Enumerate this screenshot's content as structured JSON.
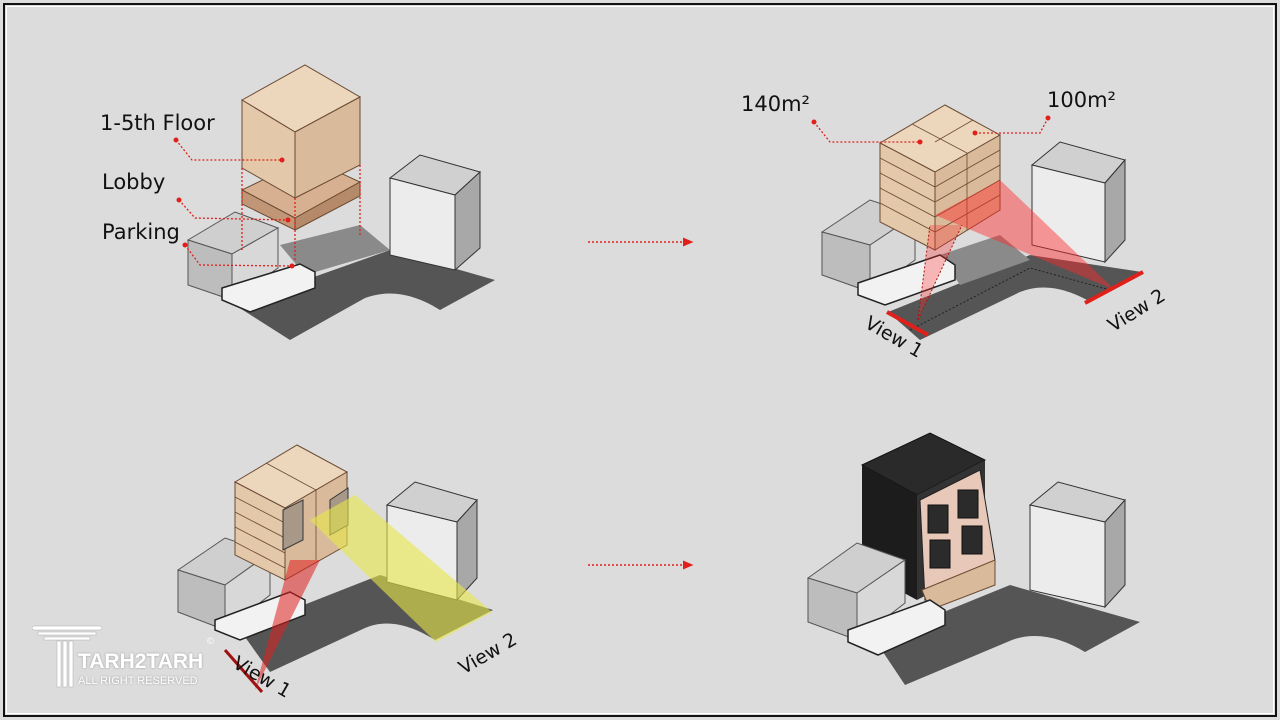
{
  "diagram1": {
    "labels": [
      "1-5th Floor",
      "Lobby",
      "Parking"
    ]
  },
  "diagram2": {
    "areas": [
      "140m²",
      "100m²"
    ],
    "views": [
      "View 1",
      "View 2"
    ]
  },
  "diagram3": {
    "views": [
      "View 1",
      "View 2"
    ]
  },
  "logo": {
    "name": "TARH2TARH",
    "subtitle": "ALL RIGHT RESERVED",
    "mark": "©"
  },
  "colors": {
    "accent": "#e0201b",
    "floor": "#e6ccb0",
    "lobby": "#c9a080",
    "ground": "#5a5a5a",
    "yellow": "#e8e84a"
  }
}
